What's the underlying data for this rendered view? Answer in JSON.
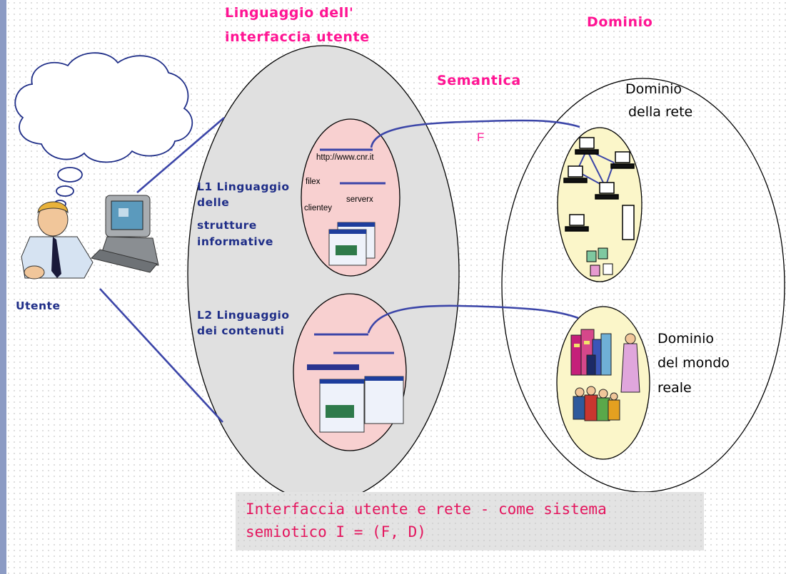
{
  "labels": {
    "lang_title": [
      "Linguaggio dell'",
      "interfaccia utente"
    ],
    "dominio": "Dominio",
    "semantica": "Semantica",
    "f": "F",
    "utente": "Utente",
    "l1": [
      "L1 Linguaggio",
      "delle",
      "strutture",
      "informative"
    ],
    "l2": [
      "L2 Linguaggio",
      "dei contenuti"
    ],
    "dominio_rete": [
      "Dominio",
      "della rete"
    ],
    "dominio_mondo": [
      "Dominio",
      "del mondo",
      "reale"
    ],
    "url": "http://www.cnr.it",
    "filex": "filex",
    "serverx": "serverx",
    "clientey": "clientey"
  },
  "caption": {
    "line1": "Interfaccia utente e rete  - come sistema",
    "line2": "semiotico I = (F, D)"
  },
  "colors": {
    "pink_title": "#ff1493",
    "navy": "#1f2e88",
    "line": "#3b45a8",
    "outer_ellipse": "#e0e0e0",
    "pink_ellipse": "#f8d0d0",
    "yellow_ellipse": "#fbf6c9",
    "caption_bg": "#e3e3e3",
    "caption_text": "#e4145d"
  },
  "icons": [
    "thought-cloud-icon",
    "user-at-computer-icon",
    "network-computers-icon",
    "window-screenshot-icon",
    "buildings-icon",
    "people-icon"
  ]
}
